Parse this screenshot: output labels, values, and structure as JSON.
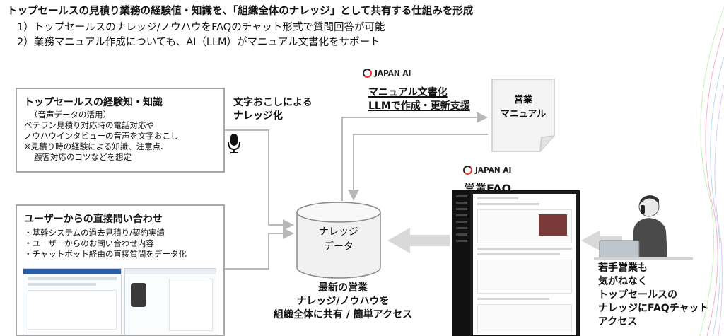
{
  "header": {
    "title": "トップセールスの見積り業務の経験値・知識を、「組織全体のナレッジ」として共有する仕組みを形成",
    "point1": "1）トップセールスのナレッジ/ノウハウをFAQのチャット形式で質問回答が可能",
    "point2": "2）業務マニュアル作成についても、AI（LLM）がマニュアル文書化をサポート"
  },
  "box1": {
    "title": "トップセールスの経験知・知識",
    "subtitle": "（音声データの活用）",
    "lines": [
      "ベテラン見積り対応時の電話対応や",
      "ノウハウインタビューの音声を文字おこし",
      "※見積り時の経験による知識、注意点、",
      "顧客対応のコツなどを想定"
    ]
  },
  "box2": {
    "title": "ユーザーからの直接問い合わせ",
    "lines": [
      "・基幹システムの過去見積り/契約実績",
      "・ユーザーからのお問い合わせ内容",
      "・チャットボット経由の直接質問をデータ化"
    ]
  },
  "labels": {
    "transcribe_1": "文字おこしによる",
    "transcribe_2": "ナレッジ化",
    "manual_1": "マニュアル文書化",
    "manual_2": "LLMで作成・更新支援",
    "faq": "営業FAQ"
  },
  "logo": {
    "text": "JAPAN AI"
  },
  "document": {
    "line1": "営業",
    "line2": "マニュアル"
  },
  "database": {
    "line1": "ナレッジ",
    "line2": "データ"
  },
  "caption": {
    "line1": "最新の営業",
    "line2": "ナレッジ/ノウハウを",
    "line3": "組織全体に共有 / 簡単アクセス"
  },
  "person": {
    "line1": "若手営業も",
    "line2": "気がねなく",
    "line3": "トップセールスの",
    "line4": "ナレッジにFAQチャット",
    "line5": "アクセス"
  },
  "colors": {
    "box_border": "#a8a8a8",
    "arrow": "#b8b8b8",
    "logo_accent": "#e8382b"
  }
}
